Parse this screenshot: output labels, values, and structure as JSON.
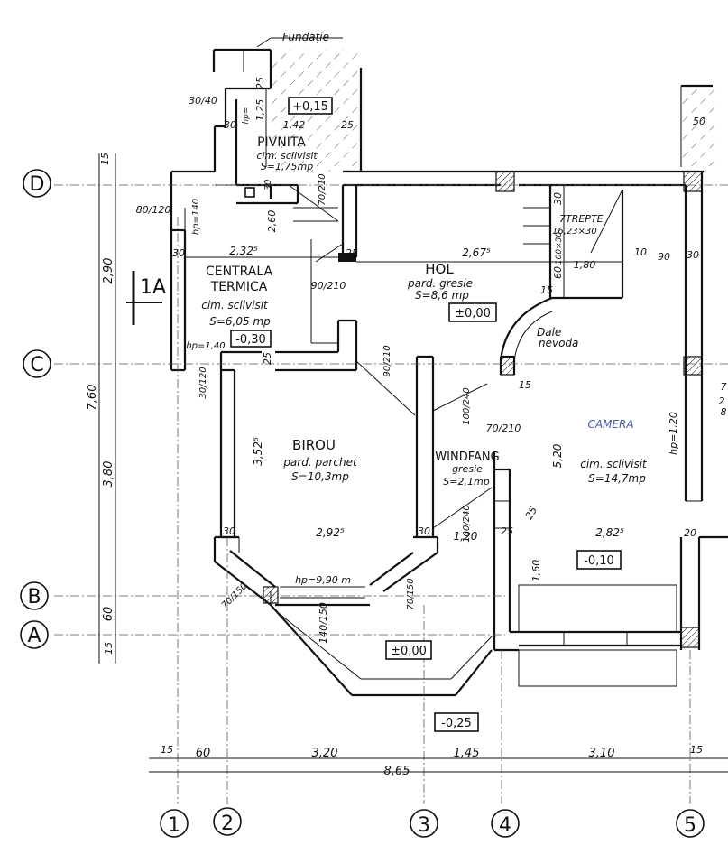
{
  "labels": {
    "fundatie": "Fundație",
    "pivnita": "PIVNITA",
    "pivnita_finish": "cim. sclivisit",
    "pivnita_area": "S=1,75mp",
    "centrala_1": "CENTRALA",
    "centrala_2": "TERMICA",
    "centrala_finish": "cim. sclivisit",
    "centrala_area": "S=6,05 mp",
    "hol": "HOL",
    "hol_finish": "pard. gresie",
    "hol_area": "S=8,6 mp",
    "birou": "BIROU",
    "birou_finish": "pard. parchet",
    "birou_area": "S=10,3mp",
    "windfang": "WINDFANG",
    "windfang_finish": "gresie",
    "windfang_area": "S=2,1mp",
    "camera": "CAMERA",
    "camera_finish": "cim. sclivisit",
    "camera_area": "S=14,7mp",
    "trepte": "7TREPTE",
    "trepte_size": "16,23×30",
    "dale": "Dale",
    "nevoda": "nevoda",
    "section": "1A"
  },
  "levels": {
    "pivnita": "+0,15",
    "hol": "±0,00",
    "centrala": "-0,30",
    "camera": "-0,10",
    "terasa": "±0,00",
    "exterior": "-0,25"
  },
  "axes_rows": [
    "D",
    "C",
    "B",
    "A"
  ],
  "axes_cols": [
    "1",
    "2",
    "3",
    "4",
    "5"
  ],
  "dims": {
    "bottom_segments": [
      "15",
      "60",
      "3,20",
      "1,45",
      "3,10",
      "15"
    ],
    "bottom_total": "8,65",
    "left_segments": [
      "15",
      "2,90",
      "3,80",
      "60",
      "15"
    ],
    "left_total": "7,60",
    "d_30_40": "30/40",
    "d_25a": "25",
    "d_125": "1,25",
    "d_hp": "hp=",
    "d_30": "30",
    "d_142": "1,42",
    "d_25b": "25",
    "d_50": "50",
    "d_80_120": "80/120",
    "d_hp140": "hp=140",
    "d_70_210": "70/210",
    "d_260": "2,60",
    "d_30top": "30",
    "d_30left": "30",
    "d_2325": "2,32⁵",
    "d_25c": "25",
    "d_2675": "2,67⁵",
    "d_100_30": "100×30",
    "d_10": "10",
    "d_90": "90",
    "d_30r": "30",
    "d_90_210a": "90/210",
    "d_60": "60",
    "d_180": "1,80",
    "d_15": "15",
    "d_hp140b": "hp=1,40",
    "d_30_120": "30/120",
    "d_25d": "25",
    "d_90_210b": "90/210",
    "d_100_240": "100/240",
    "d_15b": "15",
    "d_70_210b": "70/210",
    "d_3525": "3,52⁵",
    "d_520": "5,20",
    "d_hp120": "hp=1,20",
    "d_100_240b": "100/240",
    "d_30b": "30",
    "d_2925": "2,92⁵",
    "d_30c": "30",
    "d_120": "1,20",
    "d_25e": "25",
    "d_25f": "25",
    "d_2825": "2,82⁵",
    "d_20": "20",
    "d_70_150": "70/150",
    "d_hp90": "hp=9,90 m",
    "d_160": "1,60",
    "d_140_150": "140/150",
    "d_70_150b": "70/150",
    "d_8": "8",
    "d_7": "7",
    "d_2": "2",
    "d_30e": "30"
  }
}
